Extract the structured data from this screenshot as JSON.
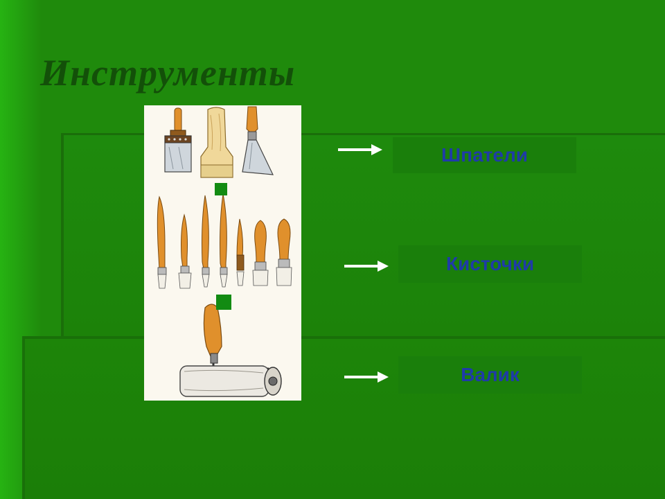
{
  "slide": {
    "title": "Инструменты",
    "items": [
      {
        "label": "Шпатели"
      },
      {
        "label": "Кисточки"
      },
      {
        "label": "Валик"
      }
    ]
  },
  "colors": {
    "background": "#1f8a0c",
    "title": "#135009",
    "label_box": "#1a7f0b",
    "label_text": "#1f3ba8",
    "arrow": "#ffffff",
    "picture_bg": "#fbf8ef",
    "handle": "#e0902c"
  },
  "icons": [
    "spatula-icon",
    "brush-icon",
    "paint-roller-icon",
    "arrow-right-icon"
  ]
}
